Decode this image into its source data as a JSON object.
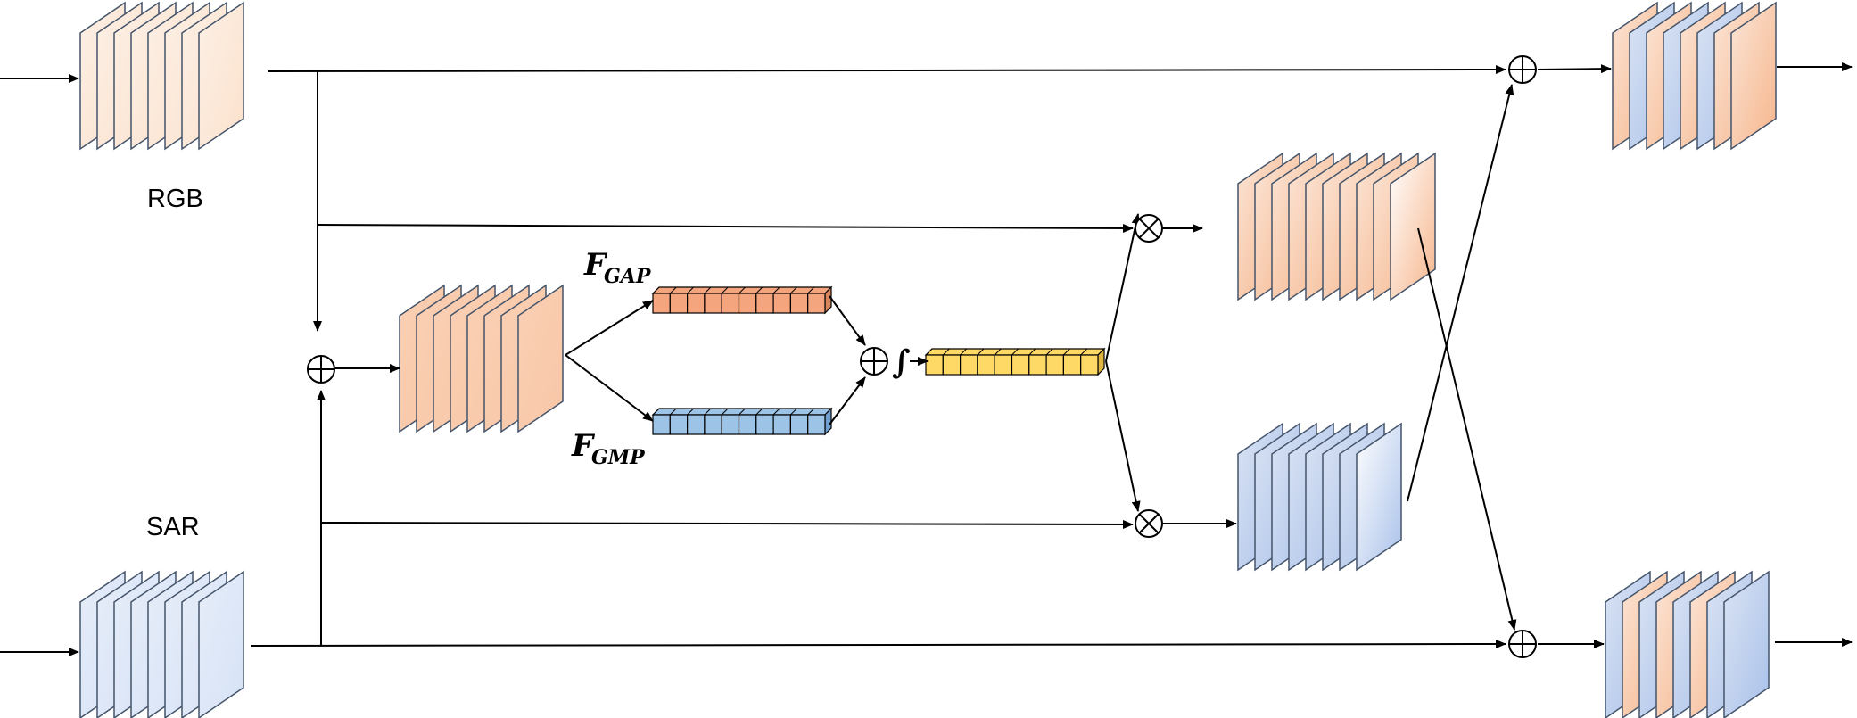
{
  "labels": {
    "rgb": "RGB",
    "sar": "SAR",
    "f_gap_main": "F",
    "f_gap_sub": "GAP",
    "f_gmp_main": "F",
    "f_gmp_sub": "GMP",
    "integral": "∫"
  },
  "colors": {
    "rgb_fill": "#fbe5d6",
    "sar_fill": "#dae3f3",
    "fused_fill": "#f8cbad",
    "gap_fill": "#f4a57e",
    "gmp_fill": "#9dc3e6",
    "attn_fill": "#ffd966",
    "line": "#000000",
    "stack_edge": "#44546a"
  },
  "icons": {
    "add": "circled-plus-icon",
    "multiply": "circled-times-icon"
  }
}
